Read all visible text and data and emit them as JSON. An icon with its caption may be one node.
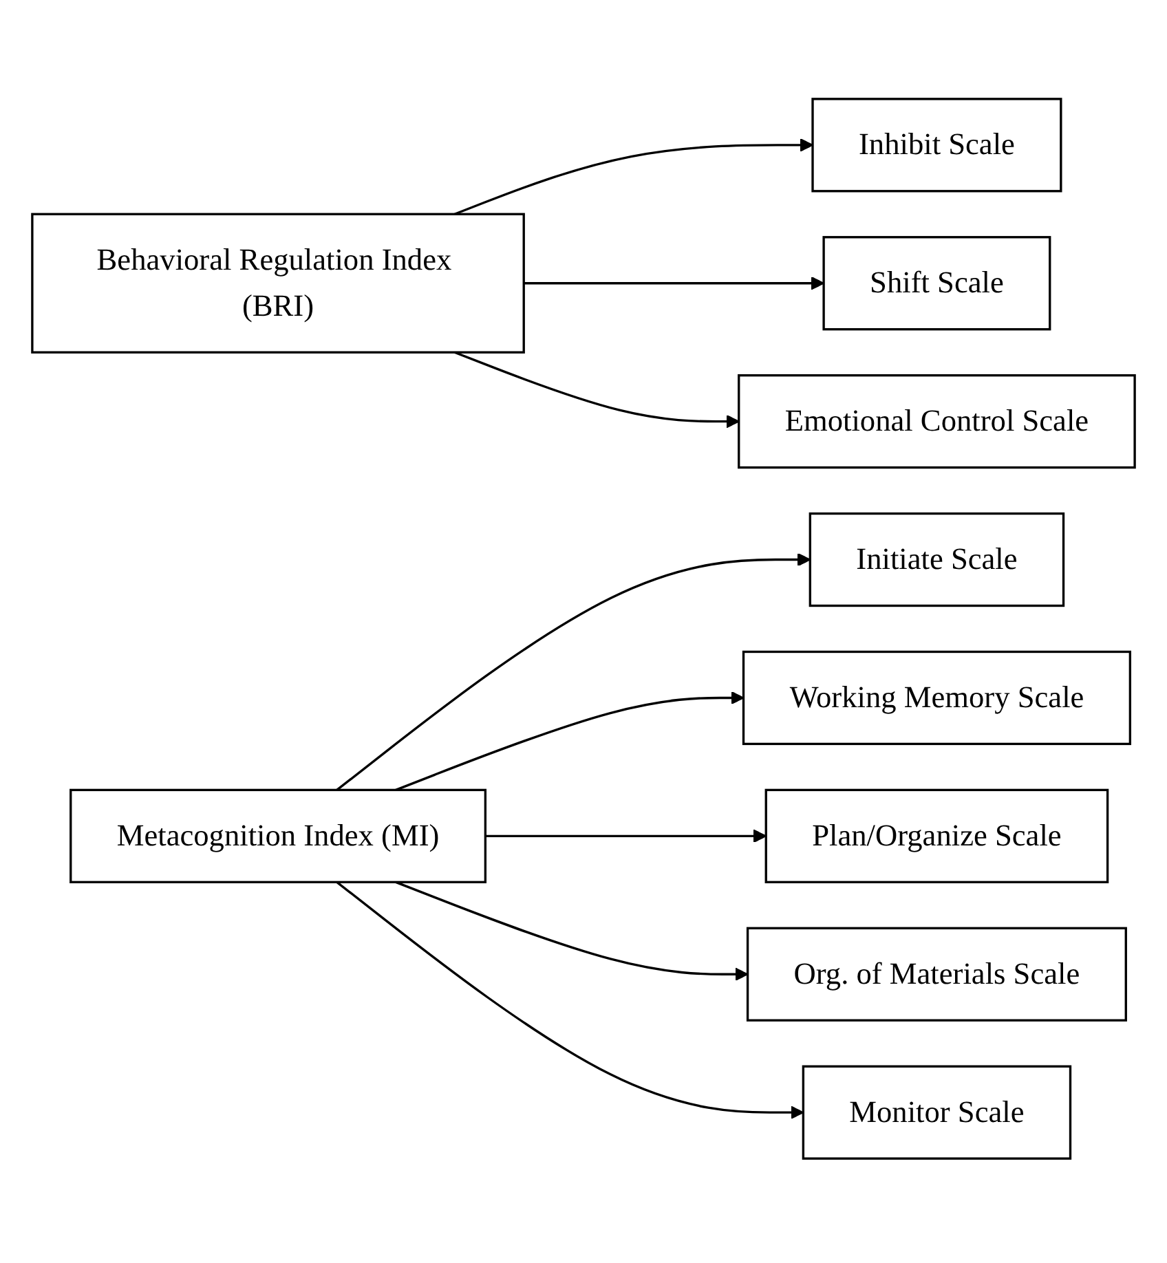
{
  "diagram": {
    "nodes": [
      {
        "text": [
          "Behavioral Regulation Index (BRI)"
        ]
      },
      {
        "text": [
          "Inhibit Scale"
        ]
      },
      {
        "text": [
          "Shift Scale"
        ]
      },
      {
        "text": [
          "Emotional Control Scale"
        ]
      },
      {
        "text": [
          "Metacognition Index (MI)"
        ]
      },
      {
        "text": [
          "Initiate Scale"
        ]
      },
      {
        "text": [
          "Working Memory Scale"
        ]
      },
      {
        "text": [
          "Plan/Organize Scale"
        ]
      },
      {
        "text": [
          "Org. of Materials Scale"
        ]
      },
      {
        "text": [
          "Monitor Scale"
        ]
      }
    ],
    "edges": [
      {
        "from": 0,
        "to": 1,
        "arrow": "to"
      },
      {
        "from": 0,
        "to": 2,
        "arrow": "to"
      },
      {
        "from": 0,
        "to": 3,
        "arrow": "to"
      },
      {
        "from": 4,
        "to": 5,
        "arrow": "to"
      },
      {
        "from": 4,
        "to": 6,
        "arrow": "to"
      },
      {
        "from": 4,
        "to": 7,
        "arrow": "to"
      },
      {
        "from": 4,
        "to": 8,
        "arrow": "to"
      },
      {
        "from": 4,
        "to": 9,
        "arrow": "to"
      }
    ]
  }
}
